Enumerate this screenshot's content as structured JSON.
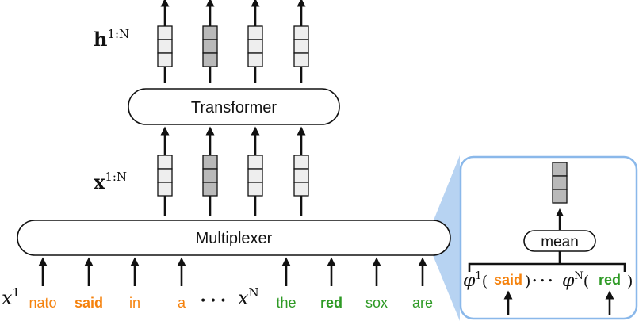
{
  "colors": {
    "orange": "#f5820d",
    "green": "#2e9a25",
    "light_cell": "#eeeeee",
    "dark_cell": "#b9b9b9",
    "zoom_fill": "#b7d3f2",
    "zoom_border": "#8ab8ea"
  },
  "labels": {
    "h": "h",
    "h_sup": "1:N",
    "x": "x",
    "x_sup": "1:N",
    "transformer": "Transformer",
    "multiplexer": "Multiplexer",
    "mean": "mean"
  },
  "inputs": {
    "x1": "x",
    "x1_sup": "1",
    "xN": "x",
    "xN_sup": "N",
    "dots": "• • •"
  },
  "instance1_tokens": [
    {
      "text": "nato",
      "bold": false
    },
    {
      "text": "said",
      "bold": true
    },
    {
      "text": "in",
      "bold": false
    },
    {
      "text": "a",
      "bold": false
    }
  ],
  "instanceN_tokens": [
    {
      "text": "the",
      "bold": false
    },
    {
      "text": "red",
      "bold": true
    },
    {
      "text": "sox",
      "bold": false
    },
    {
      "text": "are",
      "bold": false
    }
  ],
  "inset": {
    "phi": "φ",
    "phi1_sup": "1",
    "phiN_sup": "N",
    "open_paren": "(",
    "close_paren": ")",
    "word1": "said",
    "wordN": "red",
    "dots": "• • •"
  }
}
